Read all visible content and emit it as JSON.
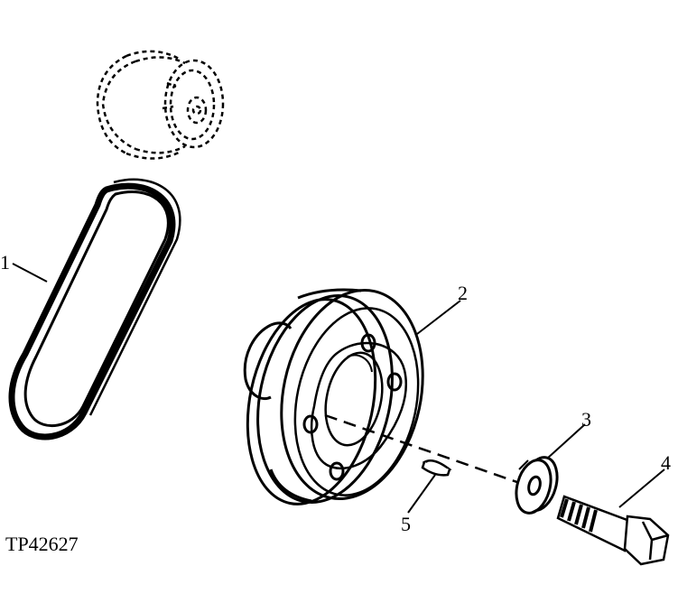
{
  "figure_id": "TP42627",
  "callouts": {
    "belt": "1",
    "pulley": "2",
    "washer": "3",
    "bolt": "4",
    "key": "5"
  },
  "colors": {
    "ink": "#000000",
    "paper": "#ffffff"
  }
}
